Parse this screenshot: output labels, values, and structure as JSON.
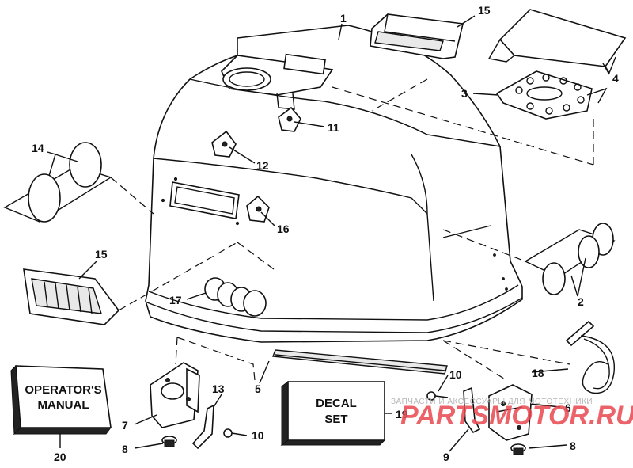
{
  "callouts": {
    "c1": "1",
    "c2": "2",
    "c3": "3",
    "c4": "4",
    "c5": "5",
    "c6": "6",
    "c7": "7",
    "c8a": "8",
    "c8b": "8",
    "c9": "9",
    "c10a": "10",
    "c10b": "10",
    "c11": "11",
    "c12": "12",
    "c13": "13",
    "c14": "14",
    "c15a": "15",
    "c15b": "15",
    "c16": "16",
    "c17": "17",
    "c18": "18",
    "c19": "19",
    "c20": "20"
  },
  "manual_box": {
    "line1": "OPERATOR'S",
    "line2": "MANUAL"
  },
  "decal_box": {
    "line1": "DECAL",
    "line2": "SET"
  },
  "watermark": {
    "small": "ЗАПЧАСТИ И АКСЕССУАРЫ ДЛЯ МОТОТЕХНИКИ",
    "big": "PARTSMOTOR.RU"
  },
  "colors": {
    "line": "#111111",
    "watermark": "#e8474f",
    "background": "#ffffff"
  }
}
